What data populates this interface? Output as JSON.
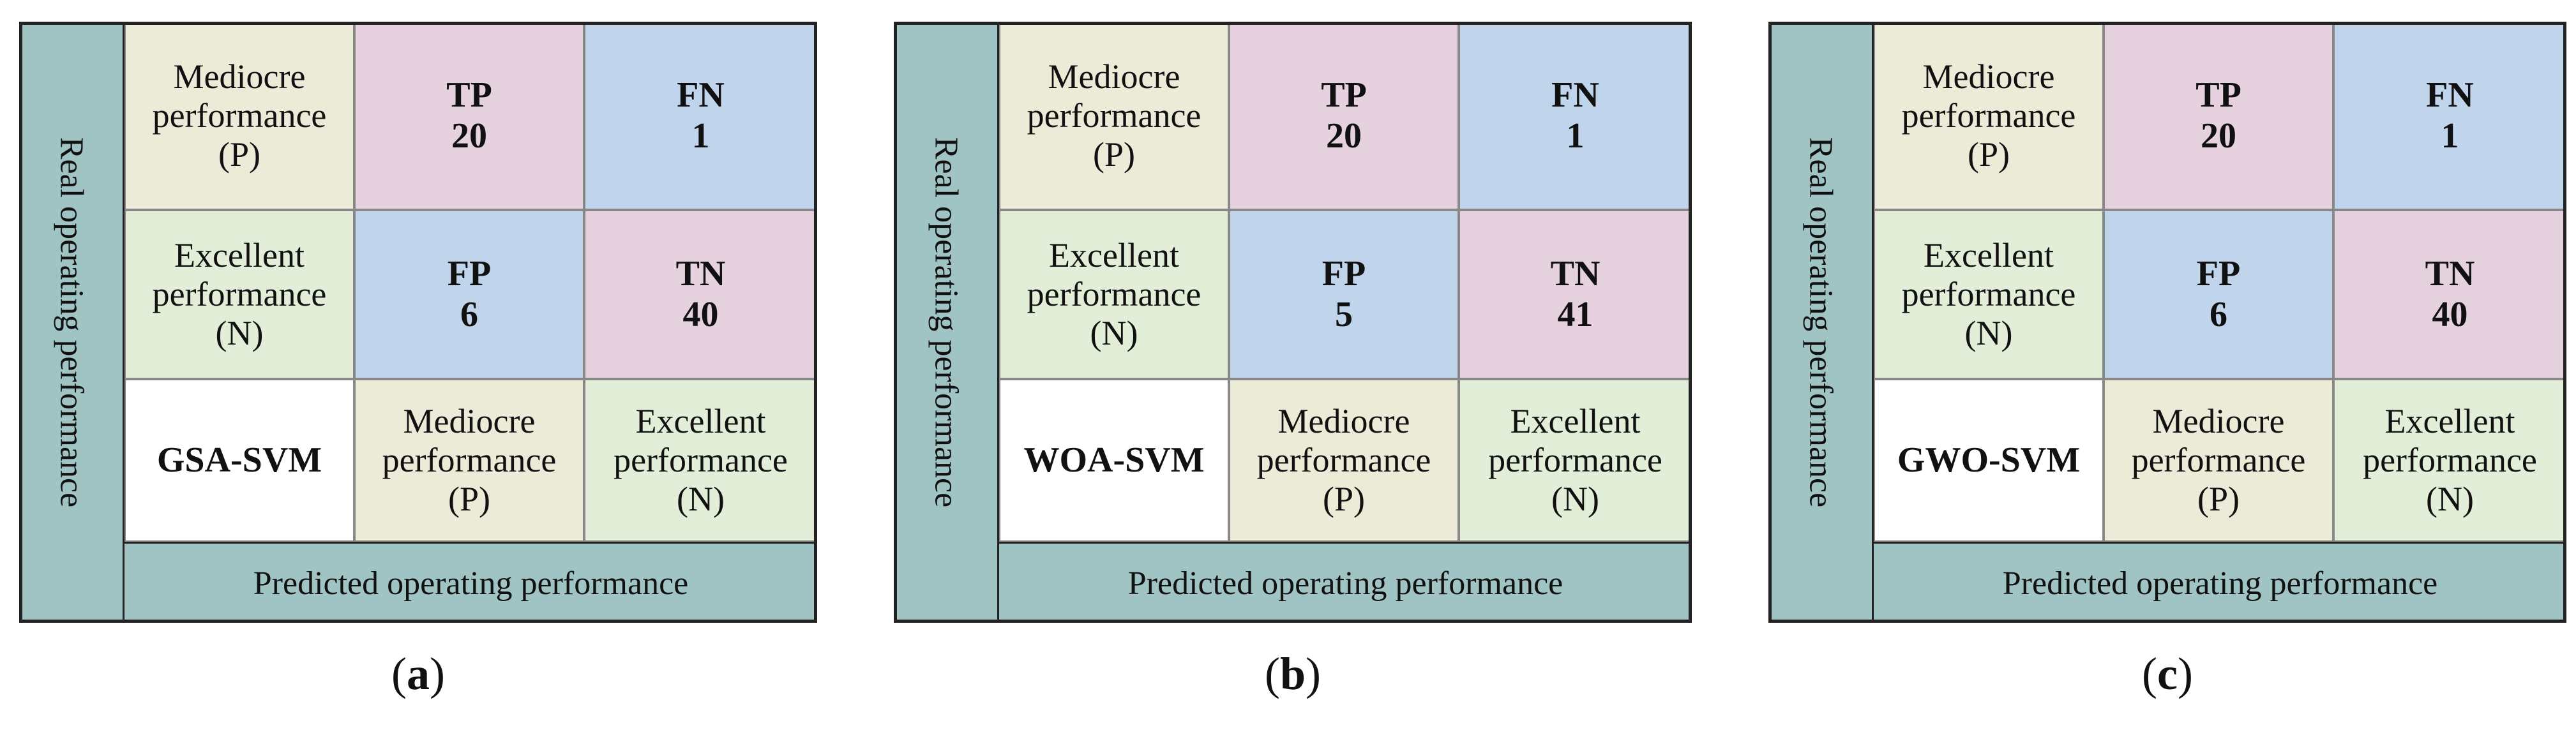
{
  "colors": {
    "axis_bg": "#a0c4c4",
    "label_bg_p": "#ecebd8",
    "label_bg_n": "#e2eed8",
    "tp_tn_bg": "#e6d2df",
    "fn_fp_bg": "#c0d4ec",
    "model_bg": "#ffffff"
  },
  "panels": [
    {
      "y_axis_label": "Real operating performance",
      "x_axis_label": "Predicted operating performance",
      "model": "GSA-SVM",
      "row_labels": [
        {
          "l1": "Mediocre",
          "l2": "performance",
          "l3": "(P)"
        },
        {
          "l1": "Excellent",
          "l2": "performance",
          "l3": "(N)"
        }
      ],
      "col_labels": [
        {
          "l1": "Mediocre",
          "l2": "performance",
          "l3": "(P)"
        },
        {
          "l1": "Excellent",
          "l2": "performance",
          "l3": "(N)"
        }
      ],
      "cells": {
        "tp": {
          "label": "TP",
          "value": "20"
        },
        "fn": {
          "label": "FN",
          "value": "1"
        },
        "fp": {
          "label": "FP",
          "value": "6"
        },
        "tn": {
          "label": "TN",
          "value": "40"
        }
      },
      "caption": {
        "open": "(",
        "letter": "a",
        "close": ")"
      }
    },
    {
      "y_axis_label": "Real operating performance",
      "x_axis_label": "Predicted operating performance",
      "model": "WOA-SVM",
      "row_labels": [
        {
          "l1": "Mediocre",
          "l2": "performance",
          "l3": "(P)"
        },
        {
          "l1": "Excellent",
          "l2": "performance",
          "l3": "(N)"
        }
      ],
      "col_labels": [
        {
          "l1": "Mediocre",
          "l2": "performance",
          "l3": "(P)"
        },
        {
          "l1": "Excellent",
          "l2": "performance",
          "l3": "(N)"
        }
      ],
      "cells": {
        "tp": {
          "label": "TP",
          "value": "20"
        },
        "fn": {
          "label": "FN",
          "value": "1"
        },
        "fp": {
          "label": "FP",
          "value": "5"
        },
        "tn": {
          "label": "TN",
          "value": "41"
        }
      },
      "caption": {
        "open": "(",
        "letter": "b",
        "close": ")"
      }
    },
    {
      "y_axis_label": "Real operating performance",
      "x_axis_label": "Predicted operating performance",
      "model": "GWO-SVM",
      "row_labels": [
        {
          "l1": "Mediocre",
          "l2": "performance",
          "l3": "(P)"
        },
        {
          "l1": "Excellent",
          "l2": "performance",
          "l3": "(N)"
        }
      ],
      "col_labels": [
        {
          "l1": "Mediocre",
          "l2": "performance",
          "l3": "(P)"
        },
        {
          "l1": "Excellent",
          "l2": "performance",
          "l3": "(N)"
        }
      ],
      "cells": {
        "tp": {
          "label": "TP",
          "value": "20"
        },
        "fn": {
          "label": "FN",
          "value": "1"
        },
        "fp": {
          "label": "FP",
          "value": "6"
        },
        "tn": {
          "label": "TN",
          "value": "40"
        }
      },
      "caption": {
        "open": "(",
        "letter": "c",
        "close": ")"
      }
    }
  ]
}
